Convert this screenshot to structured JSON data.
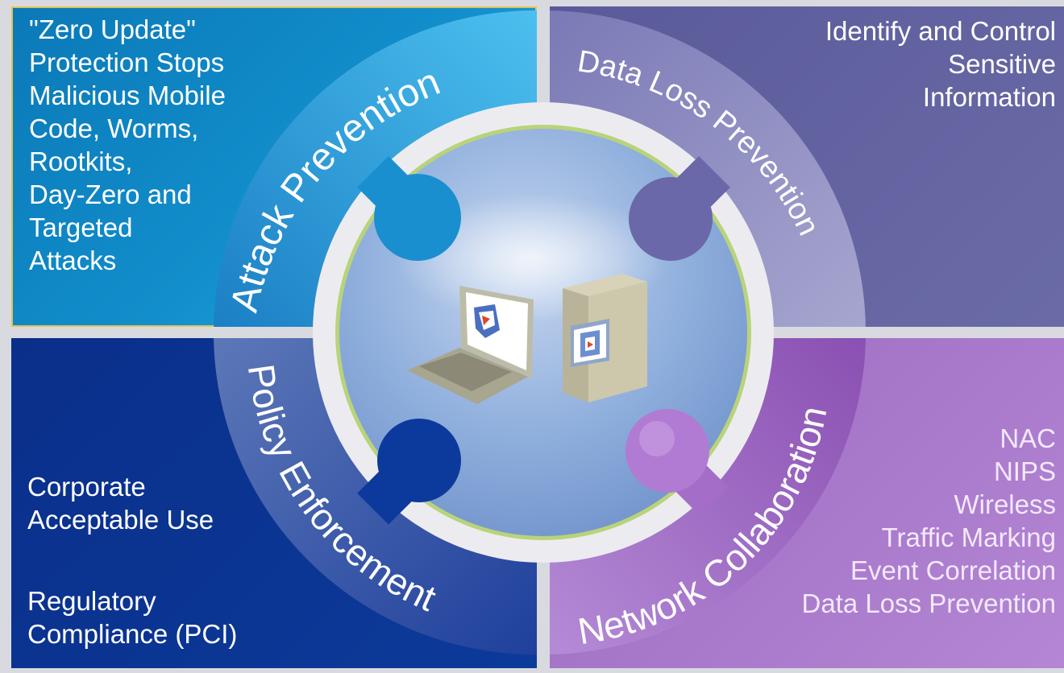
{
  "quadrants": {
    "top_left": {
      "lines": [
        "\"Zero Update\"",
        "Protection Stops",
        "Malicious Mobile",
        "Code, Worms,",
        "Rootkits,",
        "Day-Zero and",
        "Targeted",
        "Attacks"
      ]
    },
    "top_right": {
      "lines": [
        "Identify and Control",
        "Sensitive",
        "Information"
      ]
    },
    "bottom_left": {
      "group1": [
        "Corporate",
        "Acceptable Use"
      ],
      "group2": [
        "Regulatory",
        "Compliance (PCI)"
      ]
    },
    "bottom_right": {
      "lines": [
        "NAC",
        "NIPS",
        "Wireless",
        "Traffic Marking",
        "Event Correlation",
        "Data Loss Prevention"
      ]
    }
  },
  "ring_labels": {
    "attack_prevention": "Attack Prevention",
    "data_loss_prevention": "Data Loss Prevention",
    "policy_enforcement": "Policy Enforcement",
    "network_collaboration": "Network Collaboration"
  },
  "colors": {
    "attack": "#1a8fd0",
    "data_loss": "#6a68a8",
    "policy": "#0c3a9c",
    "network": "#9a67bf",
    "inner_circle": "#7e9fd0"
  },
  "icons": [
    "laptop-icon",
    "server-icon"
  ]
}
